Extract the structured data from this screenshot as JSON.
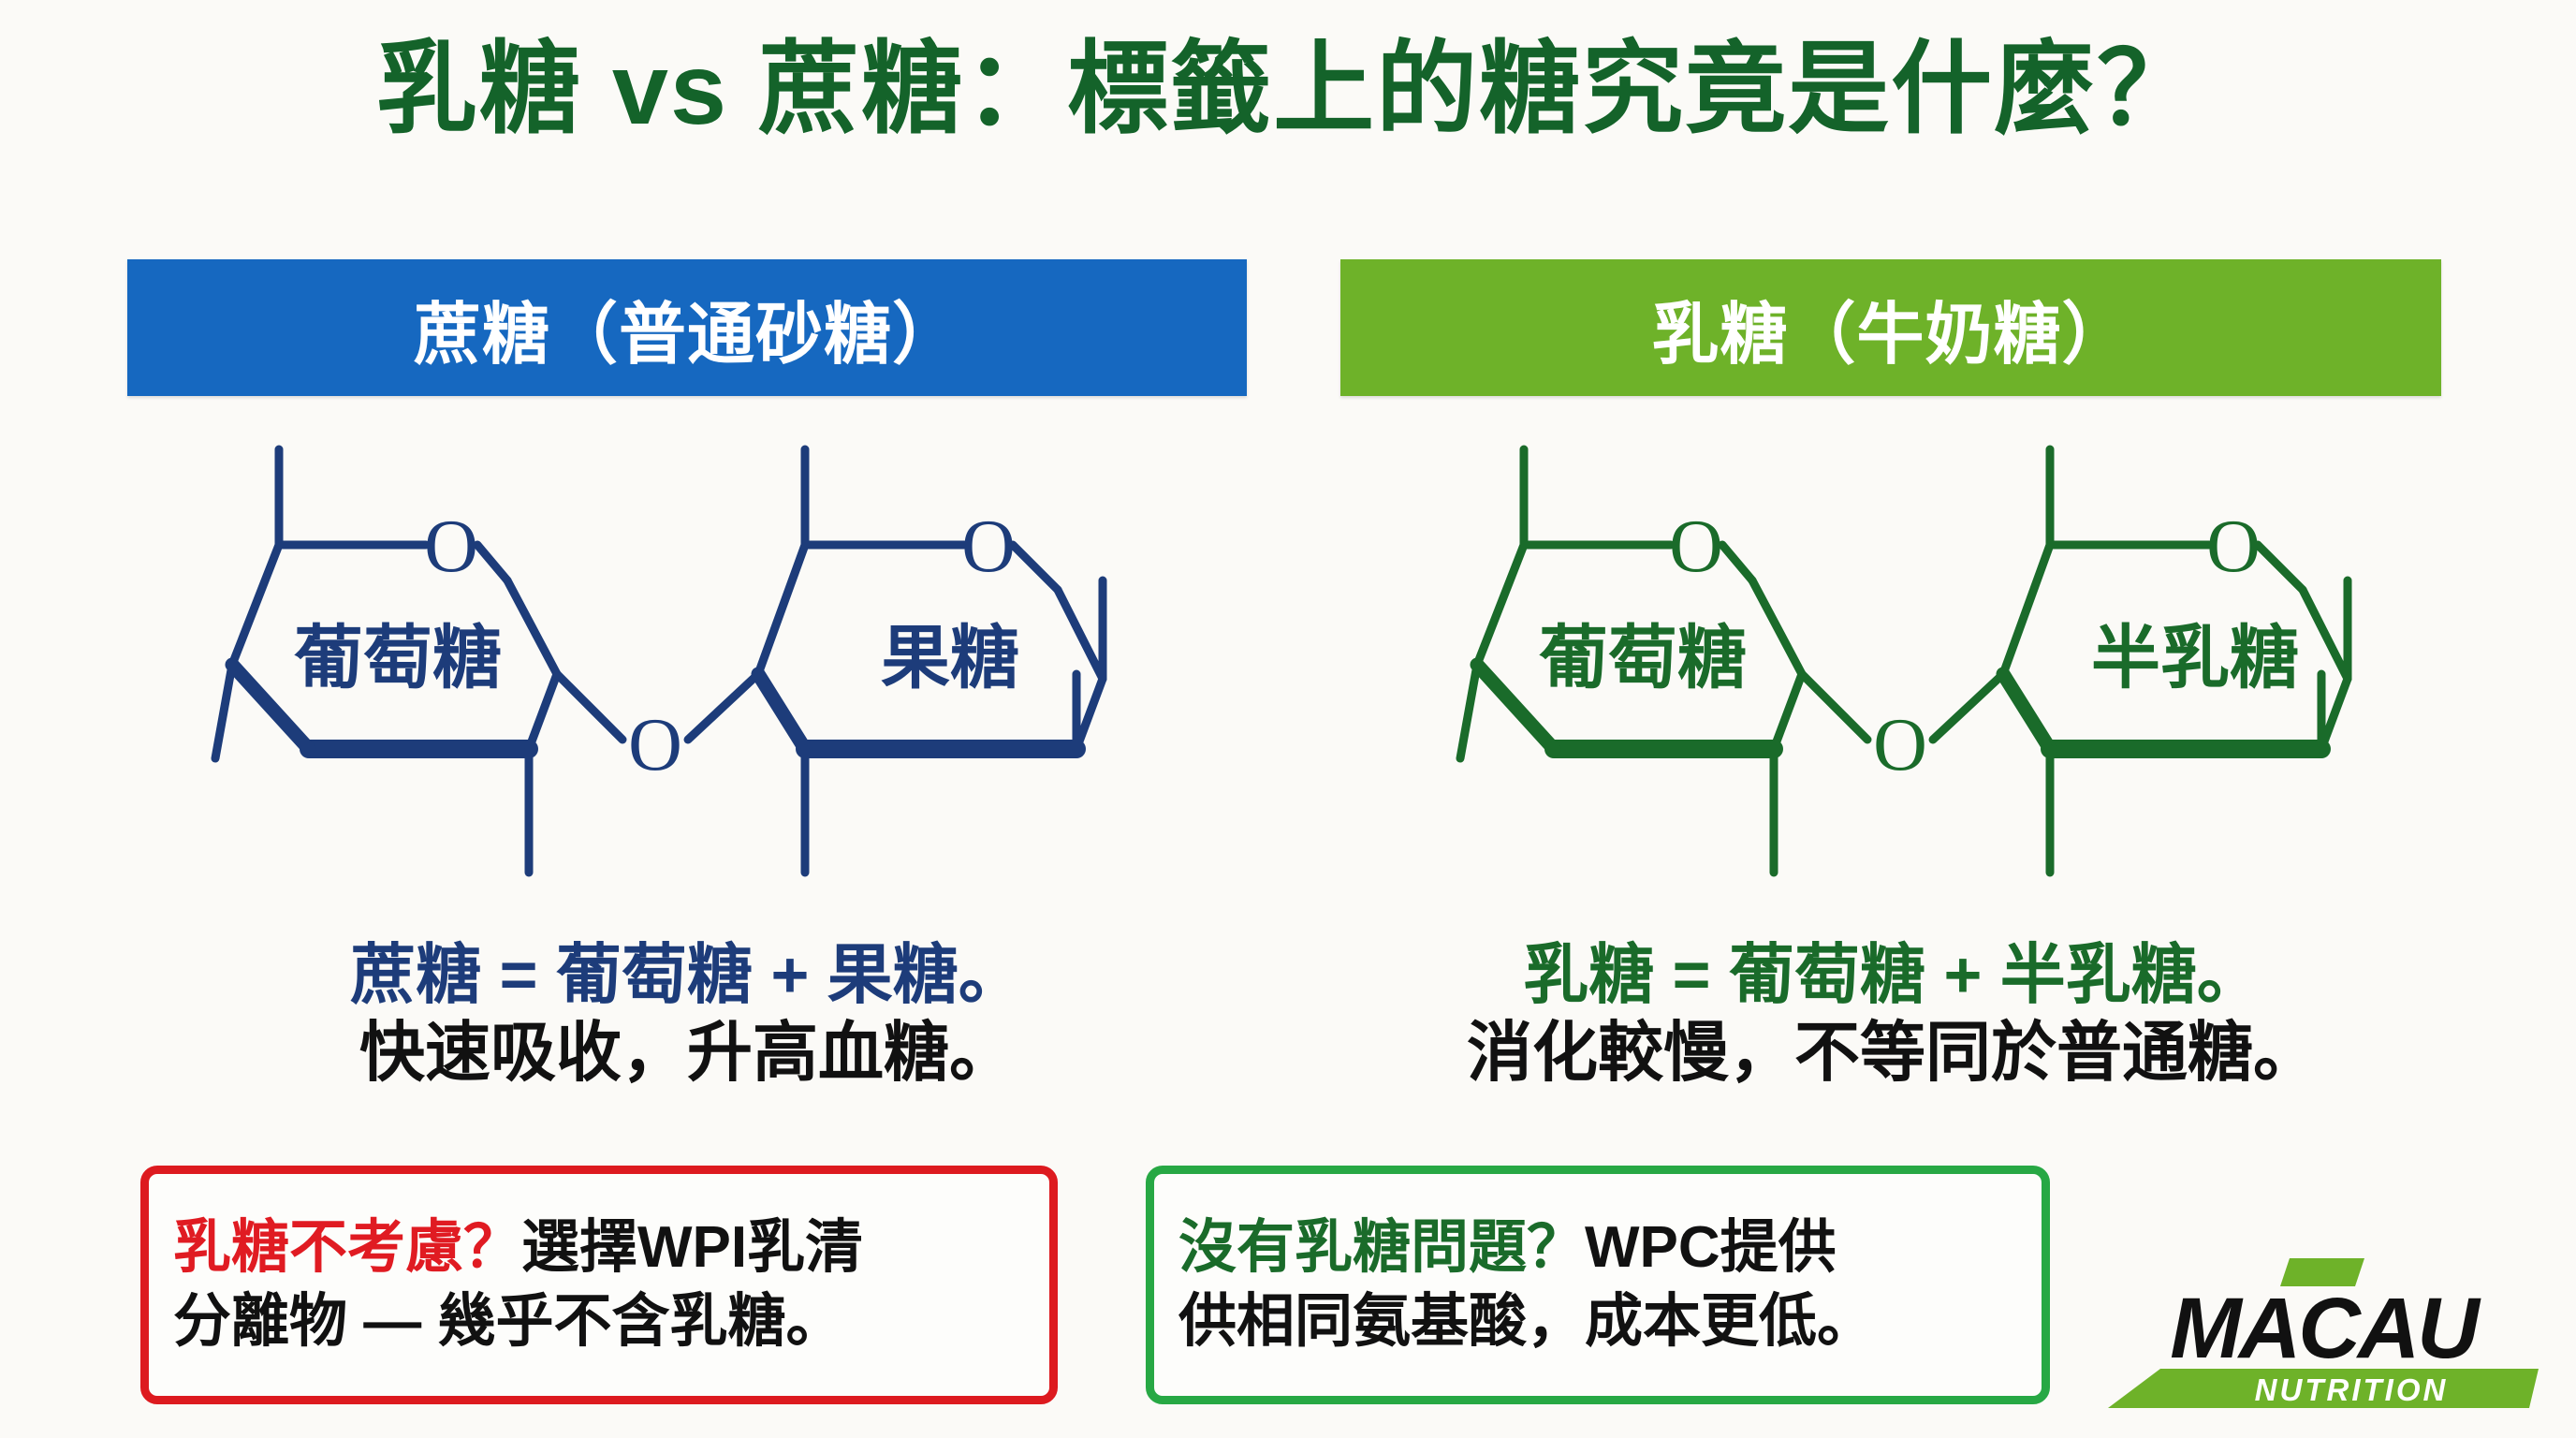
{
  "slide": {
    "title": "乳糖 vs 蔗糖：標籤上的糖究竟是什麼？",
    "background_color": "#fbfaf7",
    "title_color": "#14632a"
  },
  "columns": {
    "left": {
      "header_label": "蔗糖（普通砂糖）",
      "header_bg": "#1668c0",
      "diagram": {
        "stroke_color": "#1d3c7a",
        "left_ring_label": "葡萄糖",
        "right_ring_label": "果糖",
        "ring_oxygen_label": "O",
        "bridge_oxygen_label": "O"
      },
      "summary_line1": "蔗糖 = 葡萄糖 + 果糖。",
      "summary_line1_color": "#1d3c7a",
      "summary_line2": "快速吸收，升高血糖。",
      "summary_line2_color": "#111111"
    },
    "right": {
      "header_label": "乳糖（牛奶糖）",
      "header_bg": "#6eb229",
      "diagram": {
        "stroke_color": "#1a6b2a",
        "left_ring_label": "葡萄糖",
        "right_ring_label": "半乳糖",
        "ring_oxygen_label": "O",
        "bridge_oxygen_label": "O"
      },
      "summary_line1": "乳糖 = 葡萄糖 + 半乳糖。",
      "summary_line1_color": "#1a6b2a",
      "summary_line2": "消化較慢，不等同於普通糖。",
      "summary_line2_color": "#111111"
    }
  },
  "callouts": {
    "left": {
      "border_color": "#dd1a1f",
      "highlight_text": "乳糖不考慮？",
      "highlight_color": "#e01b22",
      "line1_rest": "選擇WPI乳清",
      "line2": "分離物 — 幾乎不含乳糖。"
    },
    "right": {
      "border_color": "#27a844",
      "highlight_text": "沒有乳糖問題？",
      "highlight_color": "#1a6b2a",
      "line1_rest": "WPC提供",
      "line2": "供相同氨基酸，成本更低。"
    }
  },
  "logo": {
    "word_main": "MACAU",
    "word_sub": "NUTRITION",
    "accent_color": "#6eb229",
    "main_color": "#111111"
  }
}
